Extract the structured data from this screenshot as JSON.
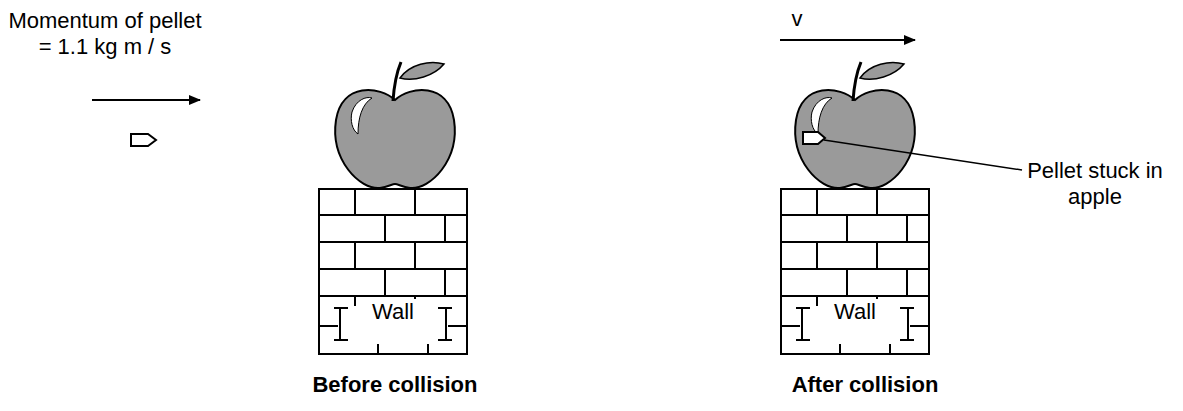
{
  "diagram": {
    "nodes": [
      {
        "text": [
          "Wall"
        ]
      },
      {
        "text": [
          "Wall"
        ]
      }
    ],
    "labels": [
      "Momentum of pellet = 1.1 kg m / s",
      "v",
      "Pellet stuck in apple",
      "Before collision",
      "After collision"
    ]
  }
}
